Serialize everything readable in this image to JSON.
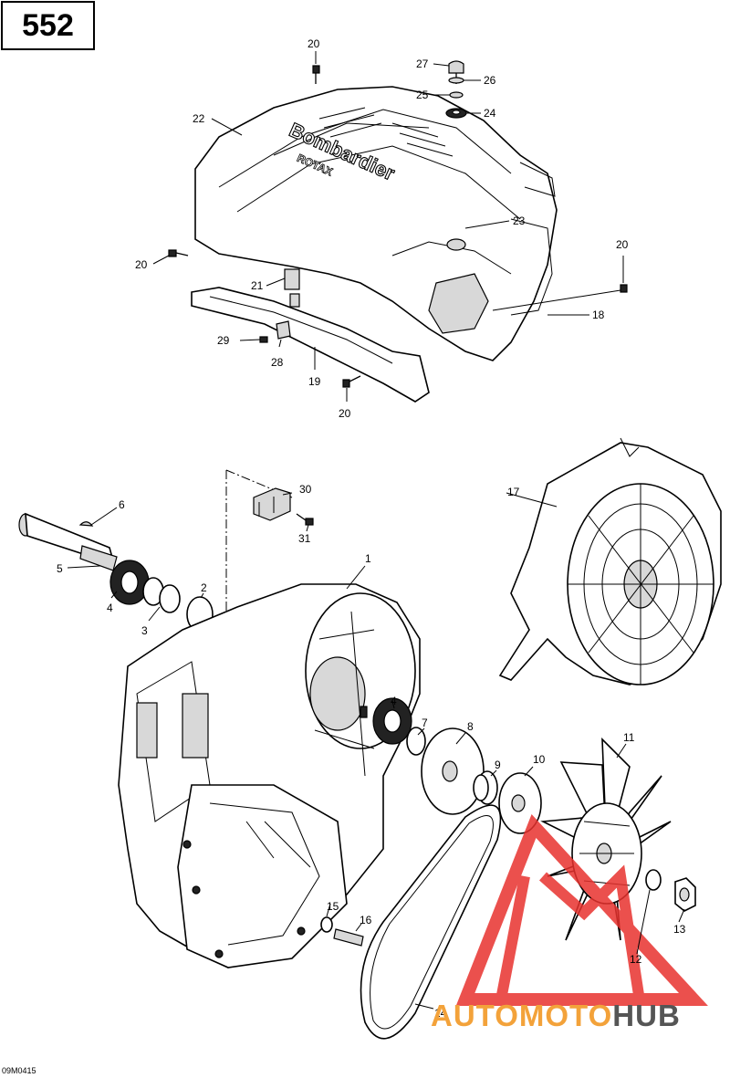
{
  "page_number": "552",
  "drawing_code": "09M0415",
  "cover_text": {
    "line1": "Bombardier",
    "line2": "ROTAX"
  },
  "watermark": {
    "part1": "AUTOMOTO",
    "part2": "HUB"
  },
  "callouts": {
    "c1": "1",
    "c2": "2",
    "c3": "3",
    "c4a": "4",
    "c4b": "4",
    "c5": "5",
    "c6": "6",
    "c7": "7",
    "c8": "8",
    "c9": "9",
    "c10": "10",
    "c11": "11",
    "c12": "12",
    "c13": "13",
    "c14": "14",
    "c15": "15",
    "c16": "16",
    "c17": "17",
    "c18": "18",
    "c19": "19",
    "c20a": "20",
    "c20b": "20",
    "c20c": "20",
    "c20d": "20",
    "c21": "21",
    "c22": "22",
    "c23": "23",
    "c24": "24",
    "c25": "25",
    "c26": "26",
    "c27": "27",
    "c28": "28",
    "c29": "29",
    "c30": "30",
    "c31": "31"
  },
  "colors": {
    "watermark_orange": "#f3a23a",
    "watermark_red": "#e8322e",
    "watermark_grey": "#555555"
  }
}
